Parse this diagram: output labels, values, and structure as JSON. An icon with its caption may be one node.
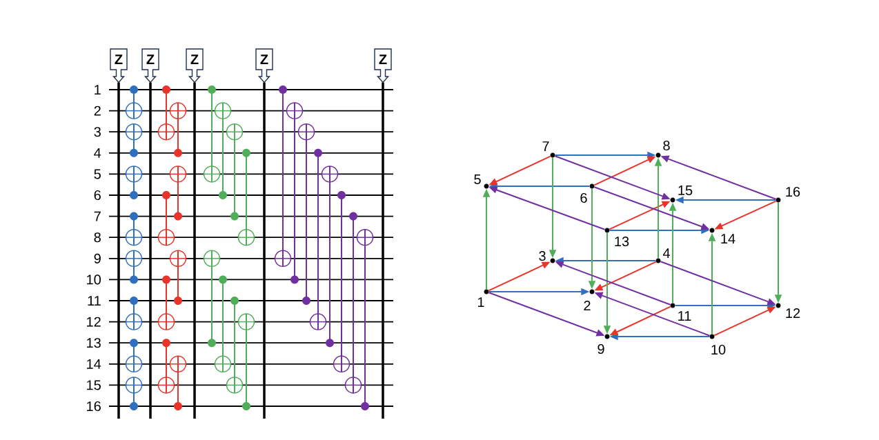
{
  "diagram": {
    "nodes": [
      {
        "text": [
          "Z"
        ]
      },
      {
        "text": [
          "Z"
        ]
      },
      {
        "text": [
          "Z"
        ]
      },
      {
        "text": [
          "Z"
        ]
      },
      {
        "text": [
          "Z"
        ]
      },
      {
        "text": [],
        "shape": "circle",
        "beside": [
          "1"
        ]
      },
      {
        "text": [],
        "shape": "circle",
        "beside": [
          "2"
        ]
      },
      {
        "text": [],
        "shape": "circle",
        "beside": [
          "3"
        ]
      },
      {
        "text": [],
        "shape": "circle",
        "beside": [
          "4"
        ]
      },
      {
        "text": [],
        "shape": "circle",
        "beside": [
          "5"
        ]
      },
      {
        "text": [],
        "shape": "circle",
        "beside": [
          "6"
        ]
      },
      {
        "text": [],
        "shape": "circle",
        "beside": [
          "7"
        ]
      },
      {
        "text": [],
        "shape": "circle",
        "beside": [
          "8"
        ]
      },
      {
        "text": [],
        "shape": "circle",
        "beside": [
          "9"
        ]
      },
      {
        "text": [],
        "shape": "circle",
        "beside": [
          "10"
        ]
      },
      {
        "text": [],
        "shape": "circle",
        "beside": [
          "11"
        ]
      },
      {
        "text": [],
        "shape": "circle",
        "beside": [
          "12"
        ]
      },
      {
        "text": [],
        "shape": "circle",
        "beside": [
          "13"
        ]
      },
      {
        "text": [],
        "shape": "circle",
        "beside": [
          "14"
        ]
      },
      {
        "text": [],
        "shape": "circle",
        "beside": [
          "15"
        ]
      },
      {
        "text": [],
        "shape": "circle",
        "beside": [
          "16"
        ]
      }
    ],
    "edges": [
      {
        "from": 5,
        "to": 6,
        "arrow": "to",
        "color": "#2f6fbf"
      },
      {
        "from": 8,
        "to": 7,
        "arrow": "to",
        "color": "#2f6fbf"
      },
      {
        "from": 10,
        "to": 9,
        "arrow": "to",
        "color": "#2f6fbf"
      },
      {
        "from": 11,
        "to": 12,
        "arrow": "to",
        "color": "#2f6fbf"
      },
      {
        "from": 14,
        "to": 13,
        "arrow": "to",
        "color": "#2f6fbf"
      },
      {
        "from": 15,
        "to": 16,
        "arrow": "to",
        "color": "#2f6fbf"
      },
      {
        "from": 17,
        "to": 18,
        "arrow": "to",
        "color": "#2f6fbf"
      },
      {
        "from": 20,
        "to": 19,
        "arrow": "to",
        "color": "#2f6fbf"
      },
      {
        "from": 5,
        "to": 7,
        "arrow": "to",
        "color": "#e8342a"
      },
      {
        "from": 8,
        "to": 6,
        "arrow": "to",
        "color": "#e8342a"
      },
      {
        "from": 11,
        "to": 9,
        "arrow": "to",
        "color": "#e8342a"
      },
      {
        "from": 10,
        "to": 12,
        "arrow": "to",
        "color": "#e8342a"
      },
      {
        "from": 15,
        "to": 13,
        "arrow": "to",
        "color": "#e8342a"
      },
      {
        "from": 14,
        "to": 16,
        "arrow": "to",
        "color": "#e8342a"
      },
      {
        "from": 17,
        "to": 19,
        "arrow": "to",
        "color": "#e8342a"
      },
      {
        "from": 20,
        "to": 18,
        "arrow": "to",
        "color": "#e8342a"
      },
      {
        "from": 5,
        "to": 9,
        "arrow": "to",
        "color": "#50ae5a"
      },
      {
        "from": 10,
        "to": 6,
        "arrow": "to",
        "color": "#50ae5a"
      },
      {
        "from": 11,
        "to": 7,
        "arrow": "to",
        "color": "#50ae5a"
      },
      {
        "from": 8,
        "to": 12,
        "arrow": "to",
        "color": "#50ae5a"
      },
      {
        "from": 17,
        "to": 13,
        "arrow": "to",
        "color": "#50ae5a"
      },
      {
        "from": 14,
        "to": 18,
        "arrow": "to",
        "color": "#50ae5a"
      },
      {
        "from": 15,
        "to": 19,
        "arrow": "to",
        "color": "#50ae5a"
      },
      {
        "from": 20,
        "to": 16,
        "arrow": "to",
        "color": "#50ae5a"
      },
      {
        "from": 5,
        "to": 13,
        "arrow": "to",
        "color": "#7030a0"
      },
      {
        "from": 14,
        "to": 6,
        "arrow": "to",
        "color": "#7030a0"
      },
      {
        "from": 15,
        "to": 7,
        "arrow": "to",
        "color": "#7030a0"
      },
      {
        "from": 8,
        "to": 16,
        "arrow": "to",
        "color": "#7030a0"
      },
      {
        "from": 17,
        "to": 9,
        "arrow": "to",
        "color": "#7030a0"
      },
      {
        "from": 10,
        "to": 18,
        "arrow": "to",
        "color": "#7030a0"
      },
      {
        "from": 11,
        "to": 19,
        "arrow": "to",
        "color": "#7030a0"
      },
      {
        "from": 20,
        "to": 12,
        "arrow": "to",
        "color": "#7030a0"
      }
    ],
    "labels": [
      "1",
      "2",
      "3",
      "4",
      "5",
      "6",
      "7",
      "8",
      "9",
      "10",
      "11",
      "12",
      "13",
      "14",
      "15",
      "16"
    ]
  }
}
